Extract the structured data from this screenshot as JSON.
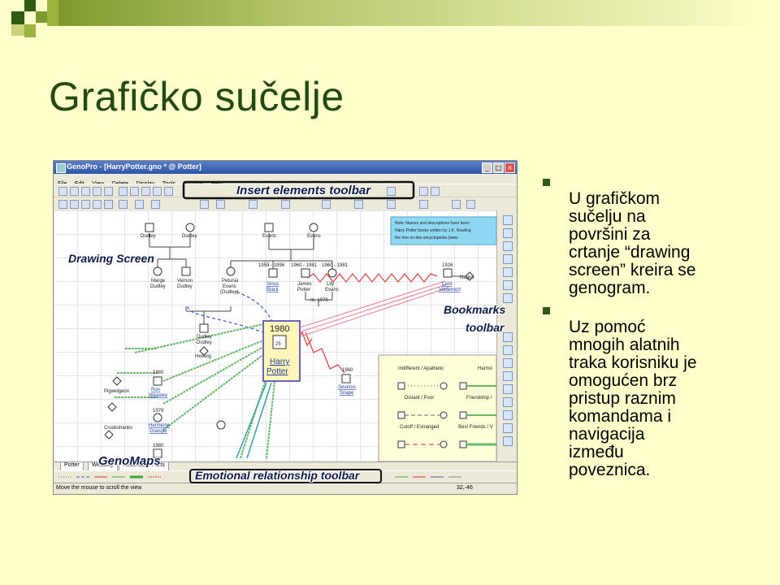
{
  "slide": {
    "title": "Grafičko sučelje",
    "accent_color": "#2e5c14",
    "bullets": [
      "U grafičkom\nsučelju na\npovršini za\ncrtanje “drawing\nscreen” kreira se\ngenogram.",
      "Uz pomoć\nmnogih alatnih\ntraka korisniku je\nomogućen brz\npristup raznim\nkomandama i\nnavigacija\nizmeđu\npoveznica."
    ]
  },
  "app": {
    "window_title": "GenoPro - [HarryPotter.gno * @ Potter]",
    "menu": [
      "File",
      "Edit",
      "View",
      "Delete",
      "Display",
      "Tools",
      "Window",
      "Help"
    ],
    "tabs": [
      "Potter",
      "Weasley",
      "Reachable Parts"
    ],
    "status_left": "Move the mouse to scroll the view",
    "status_right": "32,-46"
  },
  "callouts": {
    "insert_toolbar": "Insert elements toolbar",
    "drawing_screen": "Drawing Screen",
    "bookmarks_1": "Bookmarks",
    "bookmarks_2": "toolbar",
    "genomaps": "GenoMaps",
    "emotional_toolbar": "Emotional relationship toolbar"
  },
  "genogram": {
    "people": {
      "dudley1": "Dudley",
      "dudley2": "Dudley",
      "evans1": "Evans",
      "evans2": "Evans",
      "marge": "Marge\nDudley",
      "vernon": "Vernon\nDudley",
      "petunia": "Petunia\nEvans\n(Dudley)",
      "sirius": "Sirius\nBlack",
      "james": "James\nPotter",
      "lily": "Lily\nEvans",
      "voldemort": "Lord\nVoldemort",
      "nagini": "Nagini",
      "dudley_son": "Dudley\nDudley",
      "hedwig": "Hedwig",
      "harry": "Harry\nPotter",
      "ron": "Ron\nWeasley",
      "pigwidgeon": "Pigwidgeon",
      "hermione": "Hermione\nGranger",
      "crookshanks": "Crookshanks",
      "snape": "Severus\nSnape"
    },
    "dates": {
      "sirius": "1959 - 1996",
      "james": "1960 - 1981",
      "lily": "1960 - 1981",
      "voldemort": "1926",
      "marriage": "m. 1979",
      "harry_year": "1980",
      "harry_age": "25",
      "ron": "1980",
      "hermione": "1979",
      "snape": "1960",
      "other": "1980"
    },
    "note": "Note: Names and descriptions have been\nHarry Potter books written by J.K. Rowling\nthe free on-line encyclopedia (www",
    "legend": {
      "indifferent": "Indifferent / Apathetic",
      "harmony": "Harmo",
      "distant": "Distant / Poor",
      "friendship": "Friendship /",
      "cutoff": "Cutoff / Estranged",
      "best_friends": "Best Friends / V"
    }
  }
}
